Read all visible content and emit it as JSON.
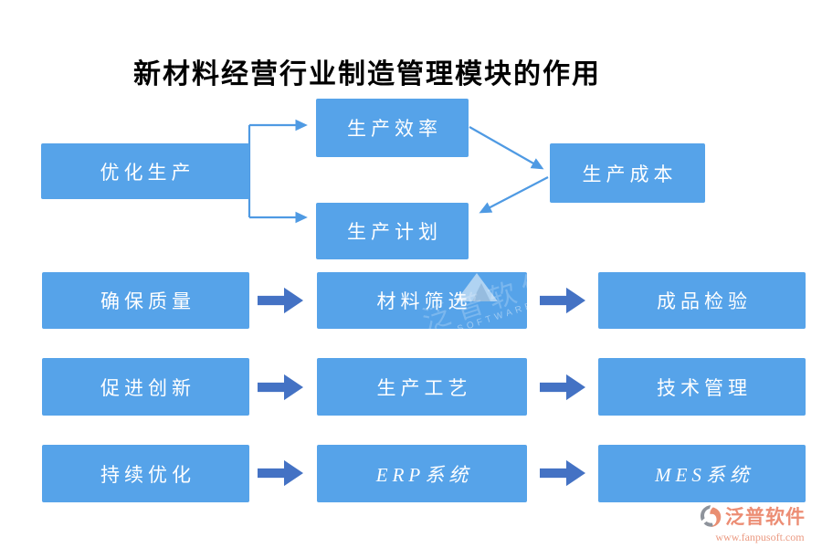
{
  "title": {
    "text": "新材料经营行业制造管理模块的作用"
  },
  "colors": {
    "box_blue": "#56a3e9",
    "block_arrow_blue": "#4472c4",
    "connector_blue": "#4f9ae3",
    "title_color": "#000000",
    "logo_salmon": "#ec8d74",
    "logo_gray": "#8e939b"
  },
  "top_flow": {
    "nodes": [
      {
        "id": "optimize-production",
        "label": "优化生产"
      },
      {
        "id": "production-efficiency",
        "label": "生产效率"
      },
      {
        "id": "production-plan",
        "label": "生产计划"
      },
      {
        "id": "production-cost",
        "label": "生产成本"
      }
    ],
    "edges": [
      "优化生产→生产效率",
      "优化生产→生产计划",
      "生产效率→生产成本",
      "生产成本→生产计划"
    ]
  },
  "rows": [
    {
      "cells": [
        "确保质量",
        "材料筛选",
        "成品检验"
      ]
    },
    {
      "cells": [
        "促进创新",
        "生产工艺",
        "技术管理"
      ]
    },
    {
      "cells": [
        "持续优化",
        "ERP系统",
        "MES系统"
      ]
    }
  ],
  "watermark": {
    "text_cn": "泛普软件",
    "text_en": "SOFTWARE"
  },
  "logo": {
    "name": "泛普软件",
    "url": "www.fanpusoft.com"
  }
}
